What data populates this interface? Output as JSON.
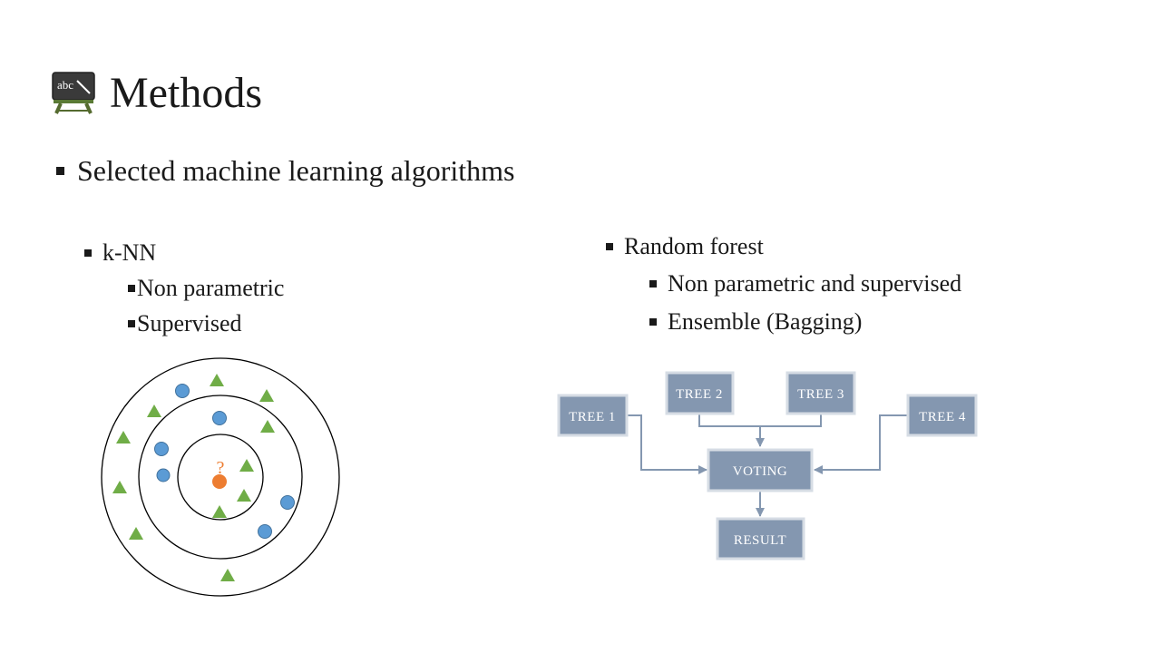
{
  "slide": {
    "title": "Methods",
    "title_icon": "chalkboard-icon",
    "title_icon_text": "abc",
    "bullets": {
      "main": "Selected machine learning algorithms",
      "knn": {
        "label": "k-NN",
        "items": [
          "Non parametric",
          "Supervised"
        ]
      },
      "rf": {
        "label": "Random forest",
        "items": [
          "Non parametric and supervised",
          "Ensemble (Bagging)"
        ]
      }
    }
  },
  "knn_diagram": {
    "query_label": "?",
    "colors": {
      "class_a": "#5b9bd5",
      "class_b": "#70ad47",
      "query": "#ed7d31",
      "ring": "#000000"
    }
  },
  "rf_diagram": {
    "trees": [
      "TREE 1",
      "TREE 2",
      "TREE 3",
      "TREE 4"
    ],
    "voting": "VOTING",
    "result": "RESULT",
    "colors": {
      "box_fill": "#8497b0",
      "box_border": "#d6dce4",
      "arrow": "#8497b0"
    }
  }
}
